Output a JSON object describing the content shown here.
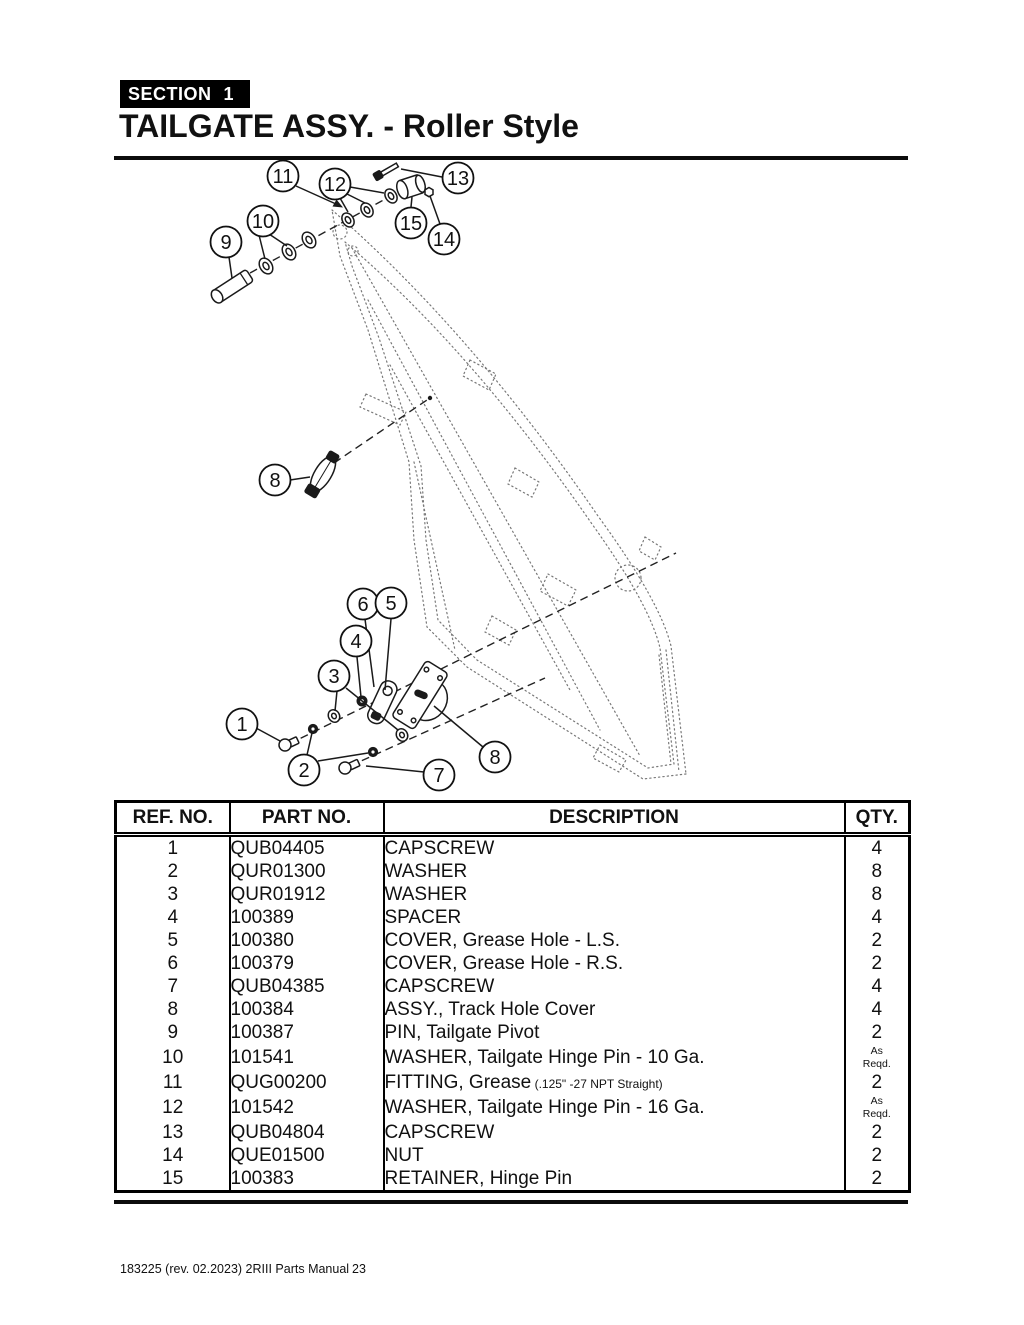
{
  "section": {
    "label": "SECTION",
    "number": "1"
  },
  "title": "TAILGATE ASSY. - Roller Style",
  "parts_table": {
    "headers": [
      "REF. NO.",
      "PART NO.",
      "DESCRIPTION",
      "QTY."
    ],
    "rows": [
      {
        "ref": "1",
        "part": "QUB04405",
        "desc": "CAPSCREW",
        "qty": "4"
      },
      {
        "ref": "2",
        "part": "QUR01300",
        "desc": "WASHER",
        "qty": "8"
      },
      {
        "ref": "3",
        "part": "QUR01912",
        "desc": "WASHER",
        "qty": "8"
      },
      {
        "ref": "4",
        "part": "100389",
        "desc": "SPACER",
        "qty": "4"
      },
      {
        "ref": "5",
        "part": "100380",
        "desc": "COVER, Grease Hole - L.S.",
        "qty": "2"
      },
      {
        "ref": "6",
        "part": "100379",
        "desc": "COVER, Grease Hole - R.S.",
        "qty": "2"
      },
      {
        "ref": "7",
        "part": "QUB04385",
        "desc": "CAPSCREW",
        "qty": "4"
      },
      {
        "ref": "8",
        "part": "100384",
        "desc": "ASSY., Track Hole Cover",
        "qty": "4"
      },
      {
        "ref": "9",
        "part": "100387",
        "desc": "PIN, Tailgate Pivot",
        "qty": "2"
      },
      {
        "ref": "10",
        "part": "101541",
        "desc": "WASHER, Tailgate Hinge Pin - 10 Ga.",
        "qty": "As Reqd.",
        "qty_lines": [
          "As",
          "Reqd."
        ]
      },
      {
        "ref": "11",
        "part": "QUG00200",
        "desc": "FITTING, Grease",
        "desc_note": "(.125\" -27 NPT Straight)",
        "qty": "2"
      },
      {
        "ref": "12",
        "part": "101542",
        "desc": "WASHER, Tailgate Hinge Pin - 16 Ga.",
        "qty": "As Reqd.",
        "qty_lines": [
          "As",
          "Reqd."
        ]
      },
      {
        "ref": "13",
        "part": "QUB04804",
        "desc": "CAPSCREW",
        "qty": "2"
      },
      {
        "ref": "14",
        "part": "QUE01500",
        "desc": "NUT",
        "qty": "2"
      },
      {
        "ref": "15",
        "part": "100383",
        "desc": "RETAINER, Hinge Pin",
        "qty": "2"
      }
    ]
  },
  "diagram": {
    "callouts": [
      "11",
      "12",
      "13",
      "15",
      "14",
      "10",
      "9",
      "8",
      "6",
      "5",
      "4",
      "3",
      "1",
      "2",
      "7",
      "8"
    ]
  },
  "footer": {
    "left": "183225  (rev. 02.2023) 2RIII Parts Manual",
    "page": "23"
  }
}
